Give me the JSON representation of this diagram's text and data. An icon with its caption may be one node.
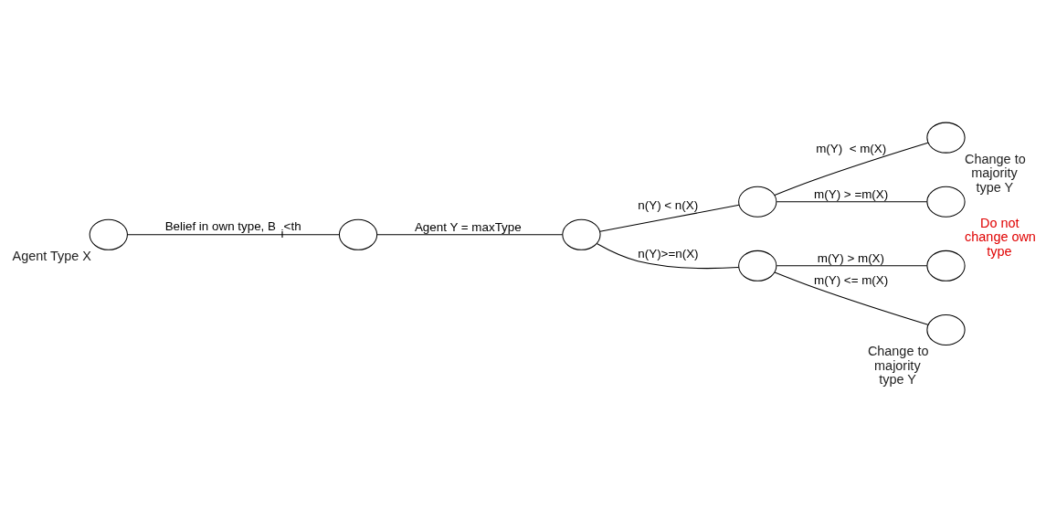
{
  "diagram": {
    "nodes": [
      {
        "text": [],
        "shape": "circle",
        "beside": [
          "Agent Type X"
        ]
      },
      {
        "text": [],
        "shape": "circle"
      },
      {
        "text": [],
        "shape": "circle"
      },
      {
        "text": [],
        "shape": "circle"
      },
      {
        "text": [],
        "shape": "circle"
      },
      {
        "text": [],
        "shape": "circle",
        "beside": [
          "Change to majority type Y"
        ]
      },
      {
        "text": [],
        "shape": "circle",
        "beside": [
          "Do not change own type"
        ]
      },
      {
        "text": [],
        "shape": "circle"
      },
      {
        "text": [],
        "shape": "circle",
        "beside": [
          "Change to majority type Y"
        ]
      }
    ],
    "edges": [
      {
        "from": 0,
        "to": 1,
        "arrow": "none",
        "label": "Belief in own type, B$_{i}$<th"
      },
      {
        "from": 1,
        "to": 2,
        "arrow": "none",
        "label": "Agent Y = maxType"
      },
      {
        "from": 2,
        "to": 3,
        "arrow": "none",
        "label": "n(Y) < n(X)"
      },
      {
        "from": 2,
        "to": 4,
        "arrow": "none",
        "label": "n(Y)>=n(X)"
      },
      {
        "from": 3,
        "to": 5,
        "arrow": "none",
        "label": "m(Y)  < m(X)"
      },
      {
        "from": 3,
        "to": 6,
        "arrow": "none",
        "label": "m(Y) > =m(X)"
      },
      {
        "from": 4,
        "to": 7,
        "arrow": "none",
        "label": "m(Y) > m(X)"
      },
      {
        "from": 4,
        "to": 8,
        "arrow": "none",
        "label": "m(Y) <= m(X)"
      }
    ]
  }
}
